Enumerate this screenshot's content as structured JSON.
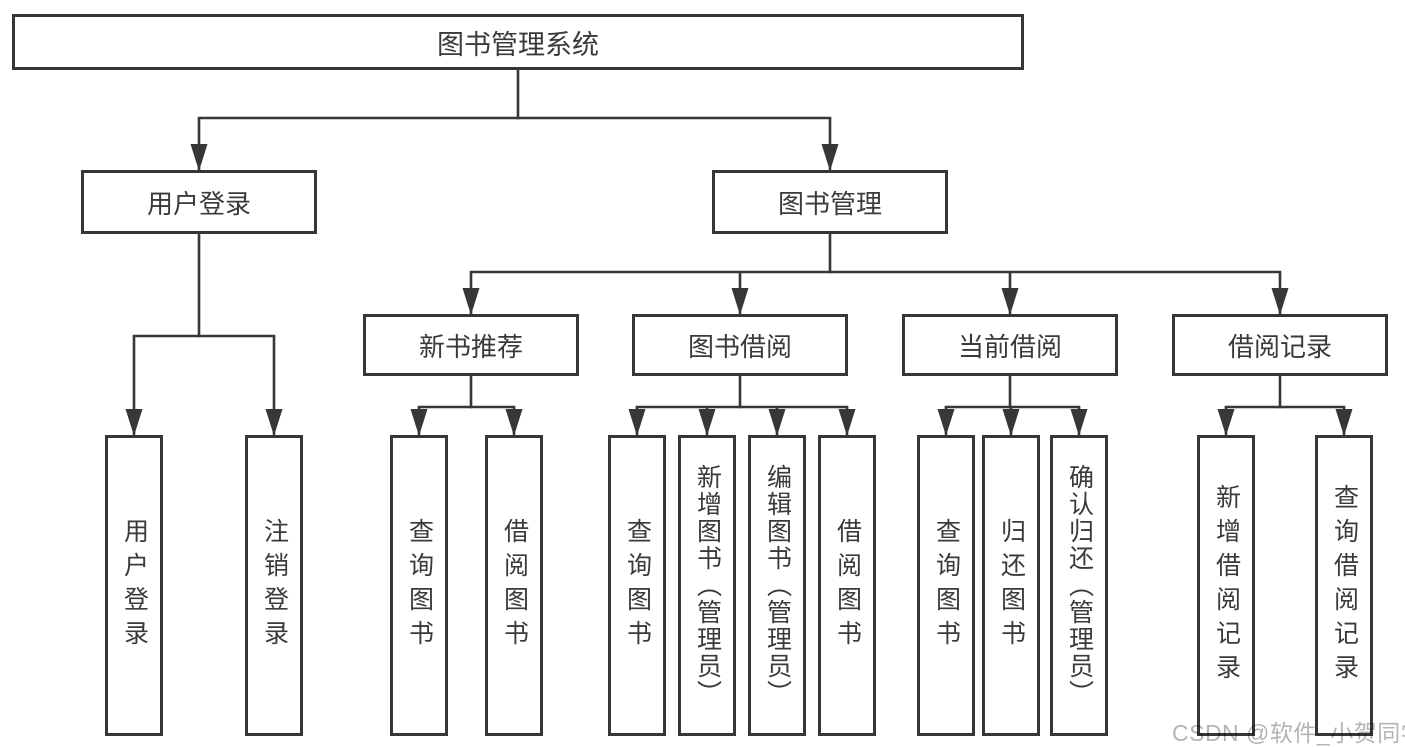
{
  "diagram": {
    "type": "tree",
    "root": {
      "label": "图书管理系统",
      "children": [
        {
          "label": "用户登录",
          "children": [
            {
              "label": "用户登录"
            },
            {
              "label": "注销登录"
            }
          ]
        },
        {
          "label": "图书管理",
          "children": [
            {
              "label": "新书推荐",
              "children": [
                {
                  "label": "查询图书"
                },
                {
                  "label": "借阅图书"
                }
              ]
            },
            {
              "label": "图书借阅",
              "children": [
                {
                  "label": "查询图书"
                },
                {
                  "label": "新增图书（管理员）"
                },
                {
                  "label": "编辑图书（管理员）"
                },
                {
                  "label": "借阅图书"
                }
              ]
            },
            {
              "label": "当前借阅",
              "children": [
                {
                  "label": "查询图书"
                },
                {
                  "label": "归还图书"
                },
                {
                  "label": "确认归还（管理员）"
                }
              ]
            },
            {
              "label": "借阅记录",
              "children": [
                {
                  "label": "新增借阅记录"
                },
                {
                  "label": "查询借阅记录"
                }
              ]
            }
          ]
        }
      ]
    },
    "colors": {
      "line": "#373737",
      "border": "#363636",
      "text": "#3a3a3a",
      "background": "#ffffff"
    }
  },
  "watermark": {
    "text": "CSDN @软件_小贺同学",
    "color": "#b4b4b4"
  }
}
